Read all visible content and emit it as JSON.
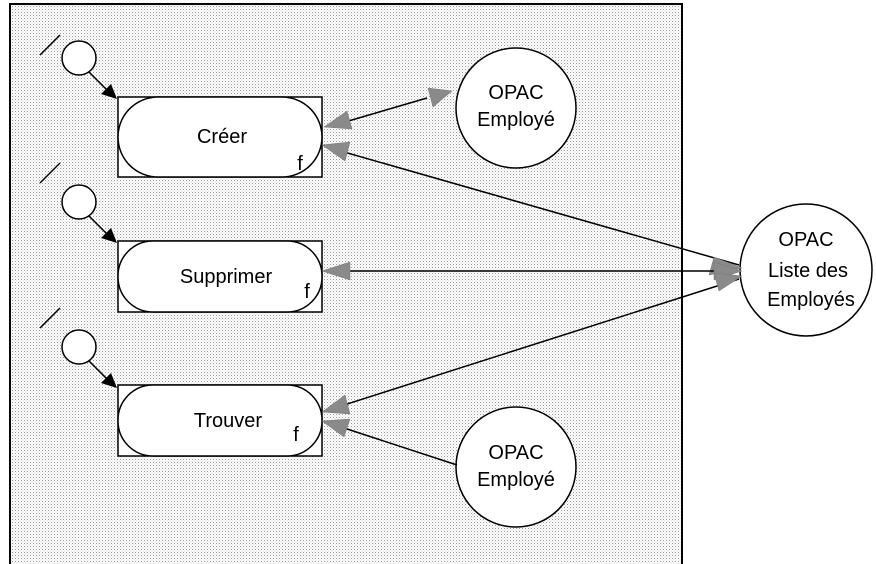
{
  "diagram": {
    "operations": [
      {
        "name": "Créer",
        "marker": "f"
      },
      {
        "name": "Supprimer",
        "marker": "f"
      },
      {
        "name": "Trouver",
        "marker": "f"
      }
    ],
    "objects": {
      "employe_top": {
        "line1": "OPAC",
        "line2": "Employé"
      },
      "liste": {
        "line1": "OPAC",
        "line2": "Liste des",
        "line3": "Employés"
      },
      "employe_bottom": {
        "line1": "OPAC",
        "line2": "Employé"
      }
    },
    "colors": {
      "stipple": "#9a9a9a",
      "arrow_gray": "#8a8a8a",
      "stroke": "#000000",
      "fill": "#ffffff"
    }
  }
}
